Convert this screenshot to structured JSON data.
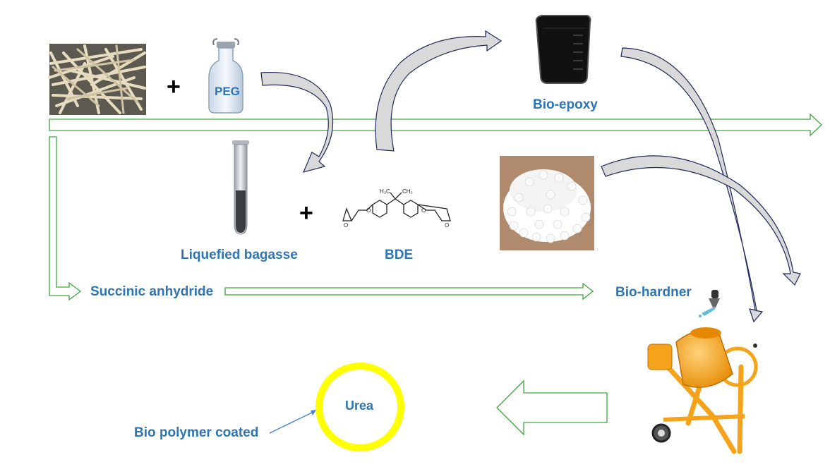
{
  "labels": {
    "peg": "PEG",
    "bio_epoxy": "Bio-epoxy",
    "liquefied_bagasse": "Liquefied bagasse",
    "bde": "BDE",
    "succinic_anhydride": "Succinic anhydride",
    "bio_hardner": "Bio-hardner",
    "urea": "Urea",
    "bio_polymer_coated": "Bio polymer coated"
  },
  "symbols": {
    "plus": "+"
  },
  "colors": {
    "label_text": "#2e75b6",
    "flow_arrow": "#3ea83e",
    "curved_arrow_fill": "#d9d9d9",
    "curved_arrow_stroke": "#1f2a5a",
    "urea_ring": "#ffff00",
    "mixer_body": "#f5a31a"
  }
}
